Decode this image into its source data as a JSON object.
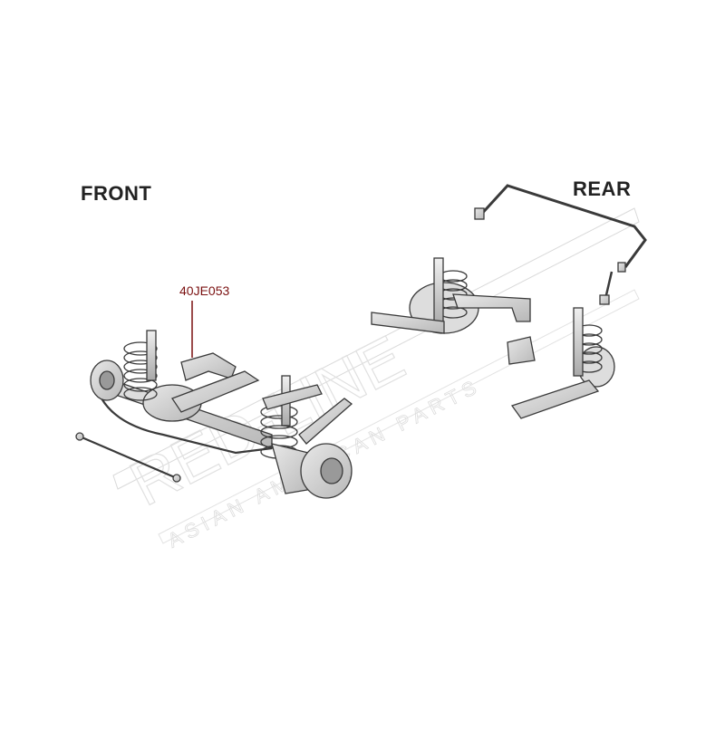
{
  "labels": {
    "front": "FRONT",
    "rear": "REAR",
    "part_number": "40JE053"
  },
  "watermark": {
    "brand": "RED-LINE",
    "tagline": "ASIAN AMERICAN PARTS"
  },
  "colors": {
    "part_number": "#7a1010",
    "line": "#3a3a3a",
    "shade": "#cfcfcf"
  }
}
